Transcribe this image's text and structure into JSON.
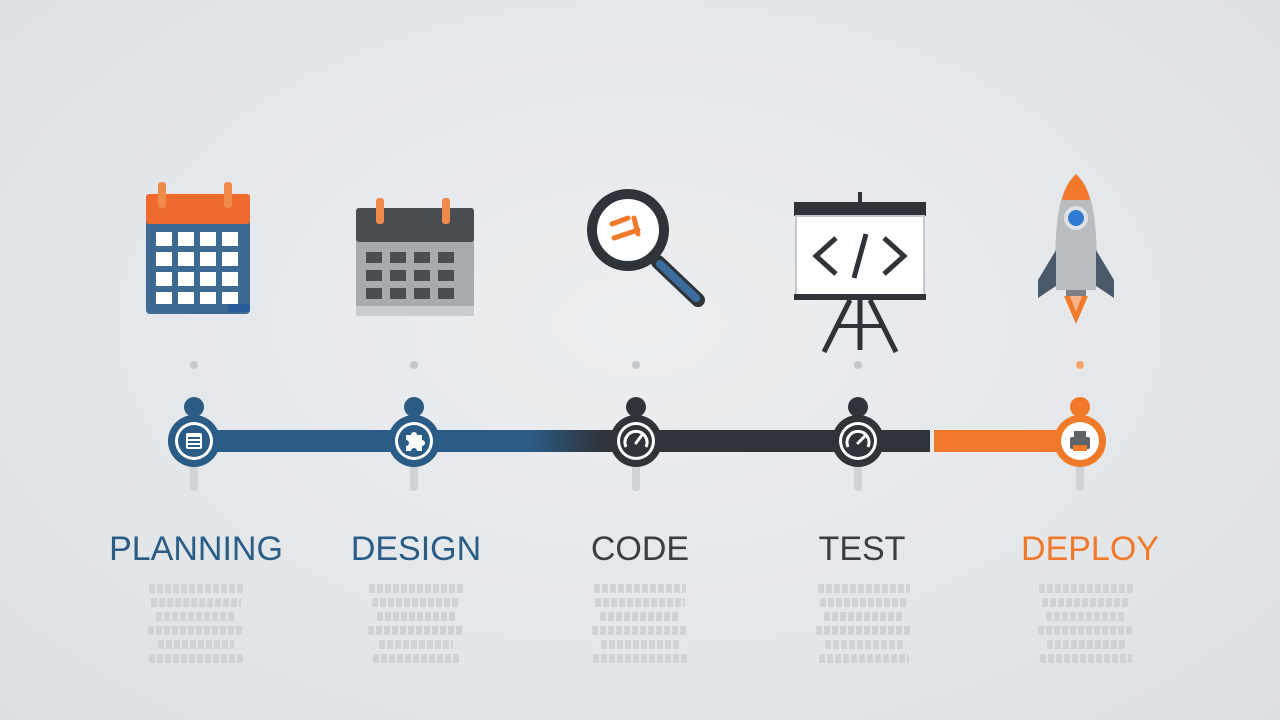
{
  "stages": [
    {
      "label": "PLANNING",
      "color": "#2b5c86",
      "icon": "calendar-icon",
      "node_icon": "planner-icon"
    },
    {
      "label": "DESIGN",
      "color": "#2b5c86",
      "icon": "calendar-grid-icon",
      "node_icon": "puzzle-icon"
    },
    {
      "label": "CODE",
      "color": "#3a3f46",
      "icon": "magnifier-icon",
      "node_icon": "gauge-icon"
    },
    {
      "label": "TEST",
      "color": "#3a3f46",
      "icon": "code-easel-icon",
      "node_icon": "gauge-icon"
    },
    {
      "label": "DEPLOY",
      "color": "#f07a2a",
      "icon": "rocket-icon",
      "node_icon": "printer-icon"
    }
  ],
  "palette": {
    "blue": "#2b5c86",
    "dark": "#2f343a",
    "orange": "#f07a2a",
    "gray": "#5f6468"
  }
}
